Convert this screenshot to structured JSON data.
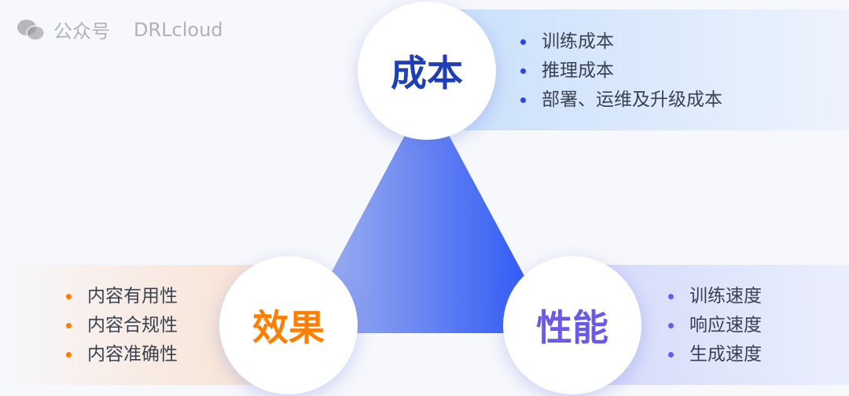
{
  "nodes": {
    "cost": {
      "title": "成本",
      "items": [
        "训练成本",
        "推理成本",
        "部署、运维及升级成本"
      ],
      "color": "#1f3fb5"
    },
    "effect": {
      "title": "效果",
      "items": [
        "内容有用性",
        "内容合规性",
        "内容准确性"
      ],
      "color": "#ff7d00"
    },
    "performance": {
      "title": "性能",
      "items": [
        "训练速度",
        "响应速度",
        "生成速度"
      ],
      "color": "#6a5ae8"
    }
  },
  "triangle_gradient": [
    "#9fb0ee",
    "#2450f7"
  ],
  "watermark": {
    "label": "公众号",
    "name": "DRLcloud",
    "icon": "wechat-icon"
  }
}
